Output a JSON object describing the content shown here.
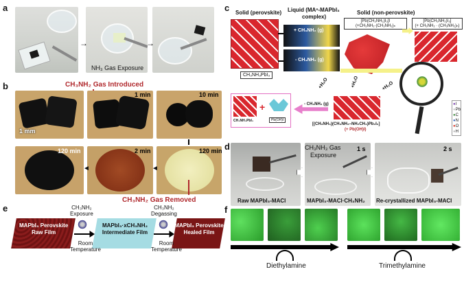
{
  "panels": {
    "a": {
      "label": "a",
      "caption": "NH₃ Gas Exposure"
    },
    "b": {
      "label": "b",
      "gas_introduced": "CH₃NH₂ Gas Introduced",
      "gas_removed": "CH₃NH₂ Gas Removed",
      "scale": "1 mm",
      "times": [
        "1 min",
        "10 min",
        "120 min",
        "2 min",
        "120 min"
      ]
    },
    "c": {
      "label": "c",
      "solid_perovskite": "Solid (perovskite)",
      "liquid": "Liquid (MAⁿ-MAPbI₃",
      "liquid2": "complex)",
      "solid_nonperovskite": "Solid (non-perovskite)",
      "gas_in": "+ CH₃NH₂ (g)",
      "gas_out": "- CH₃NH₂ (g)",
      "formula1a": "[Pb(CH₃NH₂)I₃]I",
      "formula1b": "(+CH₃NH₂·(CH₃NH₂)ₙ",
      "formula2a": "[Pb(CH₃NH₂)I₃]",
      "formula2b": "(+ CH₃NH₂ · (CH₃NH₂)ₙ)",
      "mapbi3": "CH₃NH₃PbI₃",
      "h2o1": "+H₂O",
      "h2o2": "+H₂O",
      "h2o3": "+H₂O",
      "hydrate1": "[(CH₃NH₃)(CH₃NH₂–NH₂CH₃)Pb₂I₆]",
      "hydrate2": "(+ Pb(OH)I)",
      "gas_out2": "- CH₃NH₂ (g)",
      "prod_left": "CH₃NH₃PbI₃",
      "prod_right": "Pb(OH)I",
      "legend": [
        "I",
        "Pb",
        "C",
        "N",
        "O",
        "H"
      ]
    },
    "d": {
      "label": "d",
      "gas_title": "CH₃NH₃ Gas",
      "gas_title2": "Exposure",
      "t1": "1 s",
      "t2": "2 s",
      "cap1": "Raw MAPbI₃-MACl",
      "cap2": "MAPbI₃-MACl·CH₃NH₂",
      "cap3": "Re-crystallized MAPbI₃-MACl"
    },
    "e": {
      "label": "e",
      "step1a": "CH₃NH₂",
      "step1b": "Exposure",
      "step2a": "CH₃NH₂",
      "step2b": "Degassing",
      "box1a": "MAPbI₃ Perovskite",
      "box1b": "Raw Film",
      "box2a": "MAPbI₃·xCH₃NH₂",
      "box2b": "Intermediate Film",
      "box3a": "MAPbI₃ Perovskite",
      "box3b": "Healed Film",
      "rt1a": "Room",
      "rt1b": "Temperature",
      "rt2a": "Room",
      "rt2b": "Temperature"
    },
    "f": {
      "label": "f",
      "left": "Diethylamine",
      "right": "Trimethylamine"
    }
  },
  "colors": {
    "red": "#b0282c",
    "perovskite_red": "#d9272e",
    "green": "#3fbf3f",
    "cyan": "#a5dce3",
    "maroon": "#7a1515"
  }
}
